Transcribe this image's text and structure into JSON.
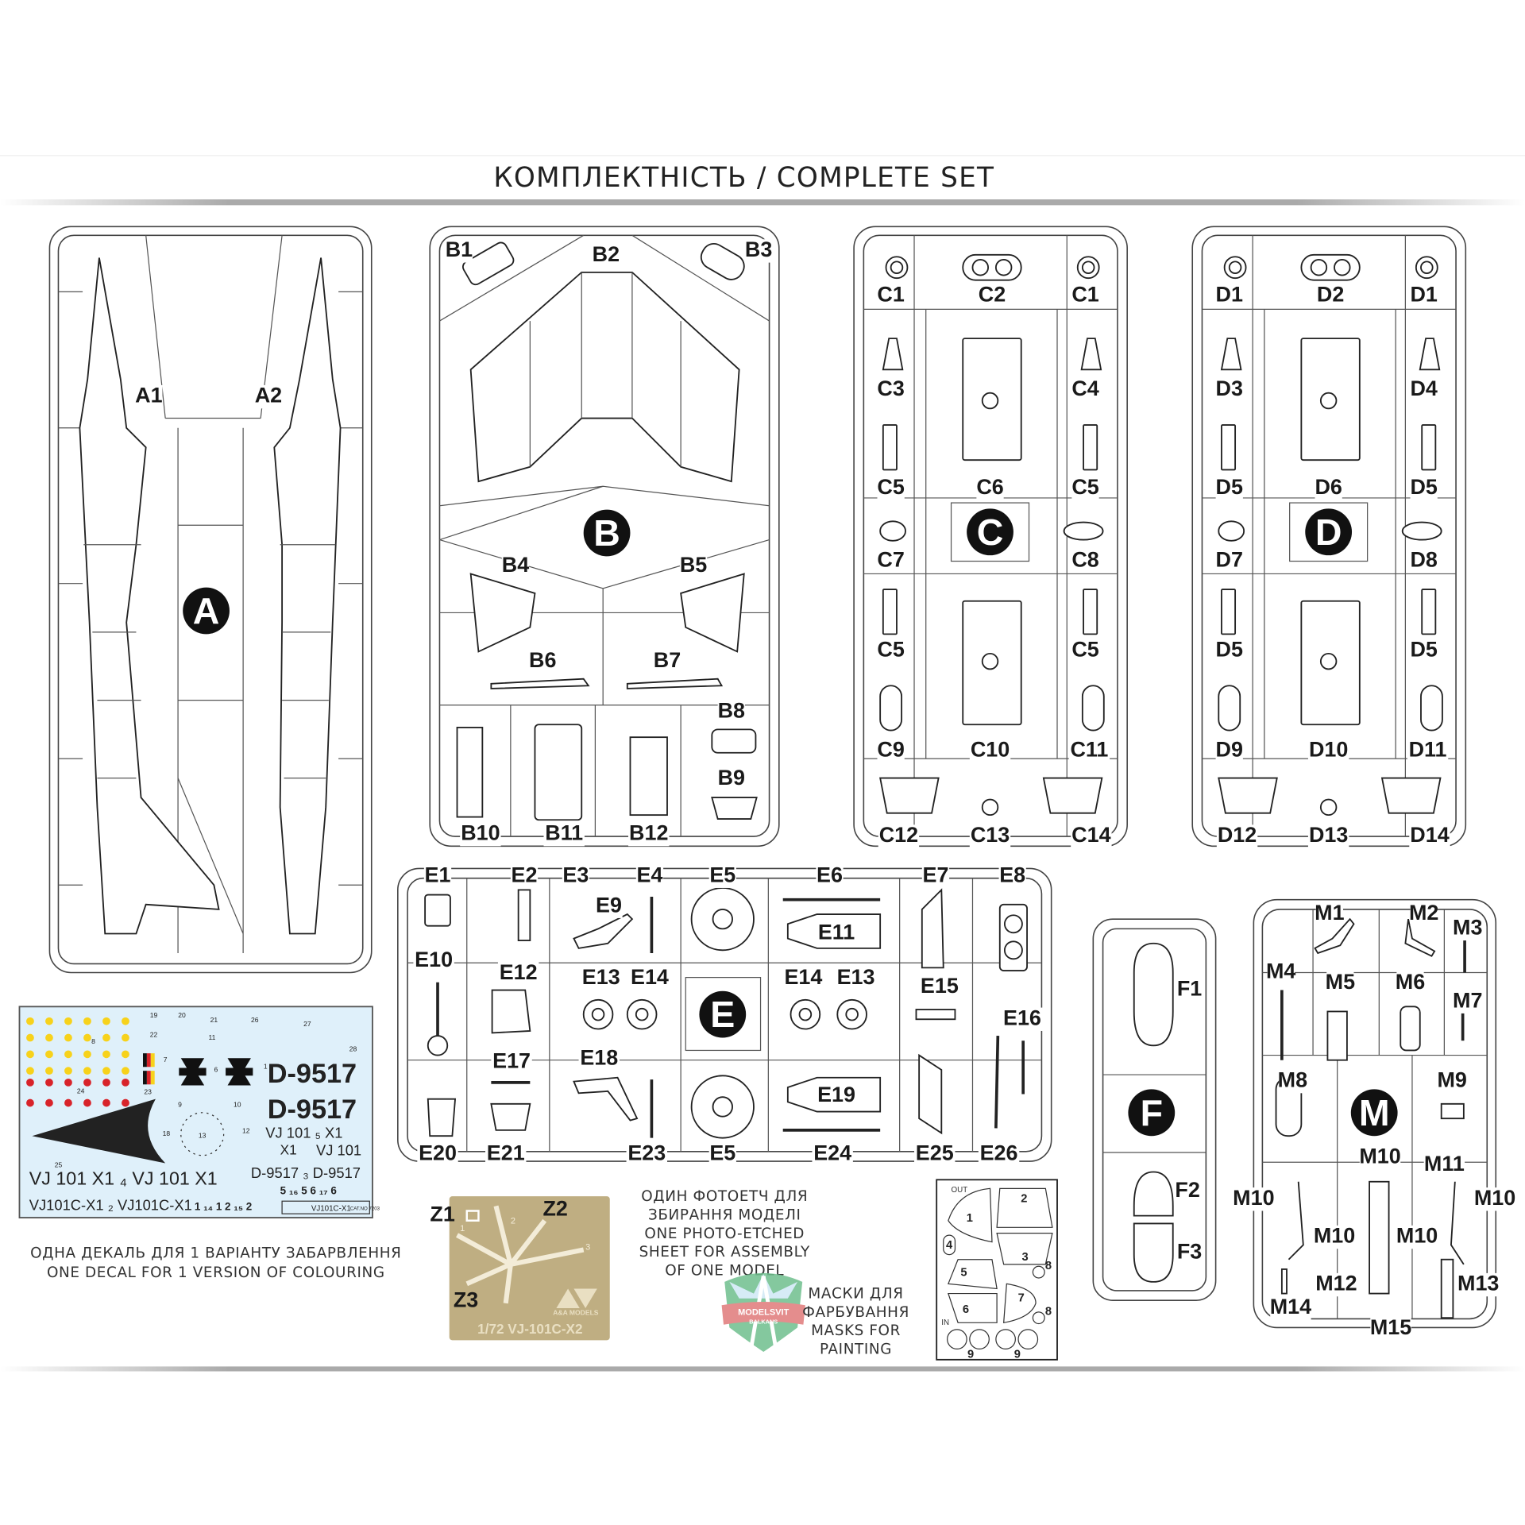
{
  "header": {
    "title": "КОМПЛЕКТНІСТЬ / COMPLETE SET"
  },
  "sprues": {
    "A": {
      "letter": "A",
      "parts": [
        "A1",
        "A2"
      ]
    },
    "B": {
      "letter": "B",
      "parts": [
        "B1",
        "B2",
        "B3",
        "B4",
        "B5",
        "B6",
        "B7",
        "B8",
        "B9",
        "B10",
        "B11",
        "B12"
      ]
    },
    "C": {
      "letter": "C",
      "parts": [
        "C1",
        "C2",
        "C1",
        "C3",
        "C4",
        "C5",
        "C6",
        "C5",
        "C7",
        "C8",
        "C5",
        "C5",
        "C9",
        "C10",
        "C11",
        "C12",
        "C13",
        "C14"
      ]
    },
    "D": {
      "letter": "D",
      "parts": [
        "D1",
        "D2",
        "D1",
        "D3",
        "D4",
        "D5",
        "D6",
        "D5",
        "D7",
        "D8",
        "D5",
        "D5",
        "D9",
        "D10",
        "D11",
        "D12",
        "D13",
        "D14"
      ]
    },
    "E": {
      "letter": "E",
      "parts": [
        "E1",
        "E2",
        "E3",
        "E4",
        "E5",
        "E6",
        "E7",
        "E8",
        "E9",
        "E11",
        "E10",
        "E12",
        "E13",
        "E14",
        "E14",
        "E13",
        "E15",
        "E16",
        "E17",
        "E18",
        "E19",
        "E20",
        "E21",
        "E23",
        "E5",
        "E24",
        "E25",
        "E26"
      ]
    },
    "F": {
      "letter": "F",
      "parts": [
        "F1",
        "F2",
        "F3"
      ]
    },
    "M": {
      "letter": "M",
      "parts": [
        "M1",
        "M2",
        "M3",
        "M4",
        "M5",
        "M6",
        "M7",
        "M8",
        "M9",
        "M10",
        "M11",
        "M10",
        "M10",
        "M10",
        "M10",
        "M12",
        "M13",
        "M14",
        "M15"
      ]
    }
  },
  "decal": {
    "registration_1": "D-9517",
    "registration_2": "D-9517",
    "small_registration": "D-9517 ₃ D-9517",
    "code_row": "VJ 101  X1 ₄ VJ 101  X1",
    "name_row": "VJ101C-X1 ₂ VJ101C-X1",
    "number_row_1": "1 ₁₄ 1  2 ₁₅ 2",
    "number_row_2": "5 ₁₆ 5  6 ₁₇ 6",
    "mirrored_code": "VJ 101 ₅ X1",
    "code_small": "VJ 101",
    "x1_small": "X1",
    "footer": "VJ101C-X1",
    "catalog": "CAT.NO 7203",
    "numbers": [
      "19",
      "20",
      "21",
      "26",
      "27",
      "22",
      "11",
      "8",
      "28",
      "7",
      "6",
      "1",
      "24",
      "23",
      "9",
      "10",
      "18",
      "13",
      "12",
      "25"
    ],
    "caption_ua": "ОДНА ДЕКАЛЬ ДЛЯ 1 ВАРІАНТУ ЗАБАРВЛЕННЯ",
    "caption_en": "ONE DECAL FOR 1 VERSION OF COLOURING",
    "colors": {
      "background": "#dff0fa",
      "yellow": "#f7d21b",
      "red": "#d8232a"
    }
  },
  "photoetch": {
    "parts": [
      "Z1",
      "Z2",
      "Z3"
    ],
    "numbers": [
      "1",
      "2",
      "3"
    ],
    "brand": "A&A MODELS",
    "sheet_title": "1/72 VJ-101C-X2",
    "caption": [
      "ОДИН ФОТОЕТЧ ДЛЯ",
      "ЗБИРАННЯ МОДЕЛІ",
      "ONE PHOTO-ETCHED",
      "SHEET FOR ASSEMBLY",
      "OF ONE MODEL"
    ],
    "color": "#bfae82"
  },
  "masks": {
    "caption": [
      "МАСКИ ДЛЯ",
      "ФАРБУВАННЯ",
      "MASKS FOR",
      "PAINTING"
    ],
    "out_label": "OUT",
    "in_label": "IN",
    "numbers": [
      "1",
      "2",
      "3",
      "4",
      "5",
      "6",
      "7",
      "8",
      "8",
      "9",
      "9"
    ]
  },
  "watermark": {
    "line1": "MODELSVIT",
    "line2": "BALKANS"
  }
}
